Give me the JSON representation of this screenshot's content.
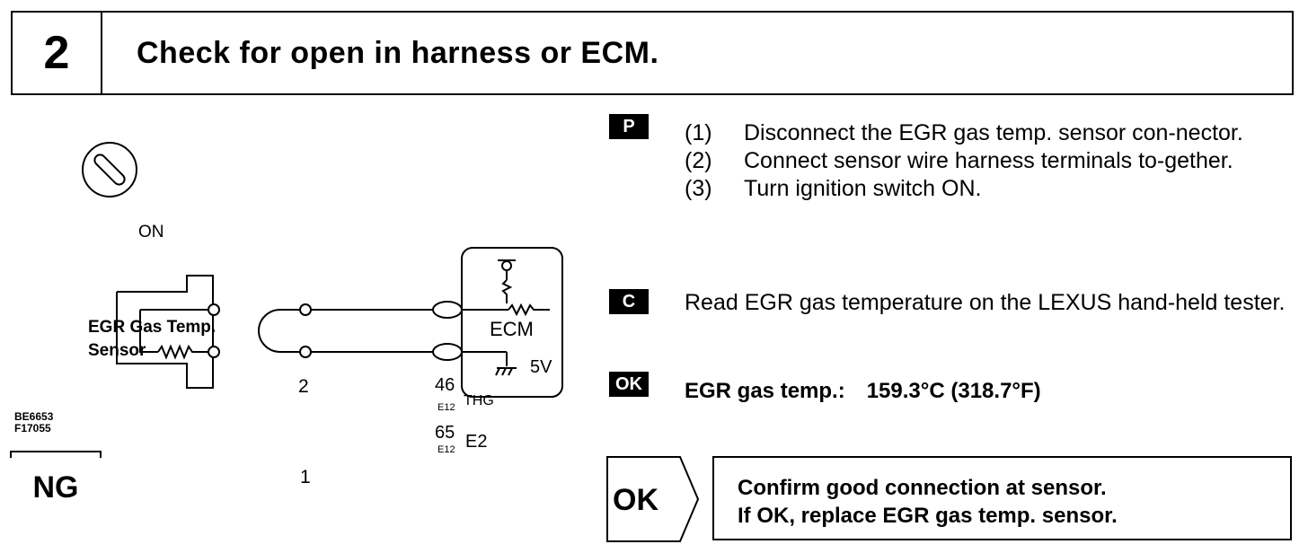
{
  "header": {
    "step_number": "2",
    "title": "Check for open in harness or ECM."
  },
  "diagram": {
    "ignition_label": "ON",
    "sensor_label_line1": "EGR Gas Temp.",
    "sensor_label_line2": "Sensor",
    "ecm_label": "ECM",
    "voltage_label": "5V",
    "wire_top_label": "2",
    "wire_bottom_label": "1",
    "pin_top_number": "46",
    "pin_top_connector": "E12",
    "pin_top_signal": "THG",
    "pin_bottom_number": "65",
    "pin_bottom_connector": "E12",
    "pin_bottom_signal": "E2",
    "code_line1": "BE6653",
    "code_line2": "F17055"
  },
  "ng_badge": "NG",
  "tags": {
    "prep": "P",
    "check": "C",
    "ok": "OK"
  },
  "steps": [
    {
      "num": "(1)",
      "text": "Disconnect the EGR gas temp. sensor con-nector."
    },
    {
      "num": "(2)",
      "text": "Connect sensor wire harness terminals to-gether."
    },
    {
      "num": "(3)",
      "text": "Turn ignition switch ON."
    }
  ],
  "check_text": "Read EGR gas temperature on the LEXUS hand-held tester.",
  "spec": {
    "label": "EGR gas temp.:",
    "value": "159.3°C (318.7°F)"
  },
  "ok_badge": "OK",
  "result": {
    "line1": "Confirm good connection at sensor.",
    "line2": "If OK, replace EGR gas temp. sensor."
  }
}
